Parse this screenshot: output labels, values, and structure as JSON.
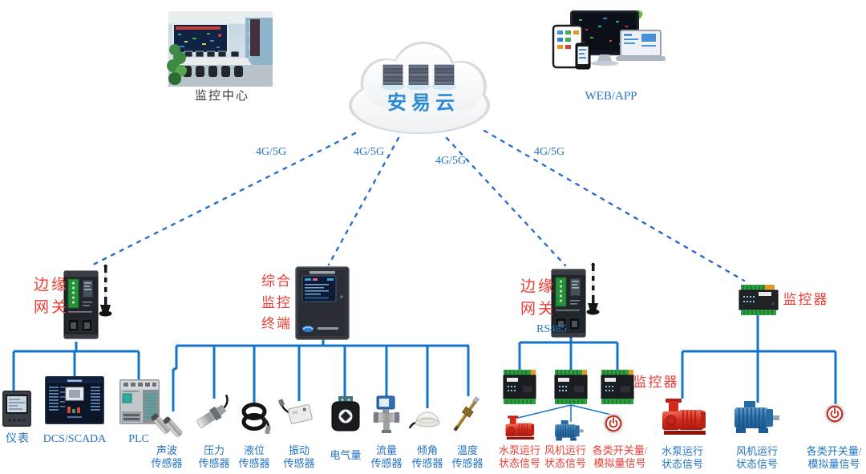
{
  "colors": {
    "solid_line": "#1474cc",
    "dashed_line": "#2a6bd2",
    "blue_label": "#2273c4",
    "red_label": "#ee3b33",
    "dark_label": "#3b3a38",
    "cloud_label_color": "#2b8ad6"
  },
  "top": {
    "monitoring_center_label": "监控中心",
    "web_app_label": "WEB/APP"
  },
  "cloud": {
    "label": "安易云",
    "icons": [
      "server-stack-icon",
      "server-stack-icon",
      "server-stack-icon"
    ]
  },
  "network_links": {
    "labels": [
      "4G/5G",
      "4G/5G",
      "4G/5G",
      "4G/5G"
    ]
  },
  "left_group": {
    "gateway_label": "边缘网关",
    "gateway_lines": [
      "边缘",
      "网关"
    ],
    "devices": [
      "仪表",
      "DCS/SCADA",
      "PLC"
    ]
  },
  "center_group": {
    "terminal_label": "综合监控终端",
    "terminal_lines": [
      "综合",
      "监控",
      "终端"
    ],
    "sensors": [
      {
        "line1": "声波",
        "line2": "传感器"
      },
      {
        "line1": "压力",
        "line2": "传感器"
      },
      {
        "line1": "液位",
        "line2": "传感器"
      },
      {
        "line1": "振动",
        "line2": "传感器"
      },
      {
        "line1": "电气量",
        "line2": ""
      },
      {
        "line1": "流量",
        "line2": "传感器"
      },
      {
        "line1": "倾角",
        "line2": "传感器"
      },
      {
        "line1": "温度",
        "line2": "传感器"
      }
    ]
  },
  "right_group": {
    "gateway_label": "边缘网关",
    "gateway_lines": [
      "边缘",
      "网关"
    ],
    "bus_label": "RS485",
    "controller_label": "监控器",
    "signals": [
      {
        "line1": "水泵运行",
        "line2": "状态信号"
      },
      {
        "line1": "风机运行",
        "line2": "状态信号"
      },
      {
        "line1": "各类开关量/",
        "line2": "模拟量信号"
      }
    ]
  },
  "far_right_group": {
    "controller_label": "监控器",
    "signals": [
      {
        "line1": "水泵运行",
        "line2": "状态信号"
      },
      {
        "line1": "风机运行",
        "line2": "状态信号"
      },
      {
        "line1": "各类开关量/",
        "line2": "模拟量信号"
      }
    ]
  }
}
